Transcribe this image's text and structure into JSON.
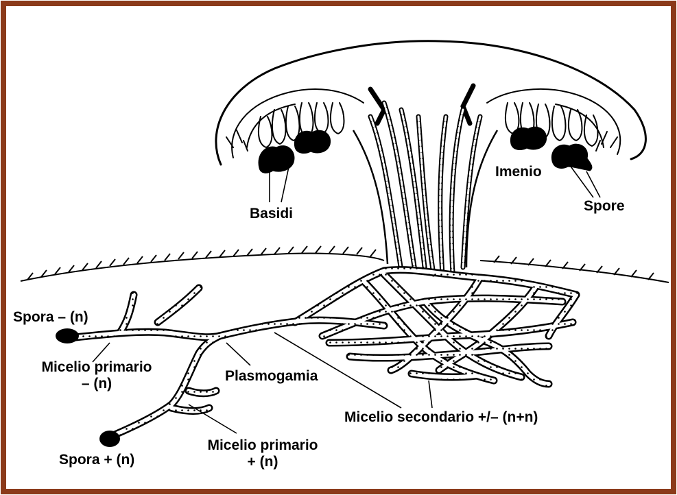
{
  "labels": {
    "imenio": "Imenio",
    "basidi": "Basidi",
    "spore": "Spore",
    "spora_minus": "Spora – (n)",
    "micelio_primario_minus_line1": "Micelio primario",
    "micelio_primario_minus_line2": "– (n)",
    "plasmogamia": "Plasmogamia",
    "micelio_secondario": "Micelio secondario +/– (n+n)",
    "spora_plus": "Spora  + (n)",
    "micelio_primario_plus_line1": "Micelio primario",
    "micelio_primario_plus_line2": "+ (n)"
  },
  "colors": {
    "frame": "#8b3a1a",
    "ink": "#000000",
    "background": "#ffffff"
  }
}
